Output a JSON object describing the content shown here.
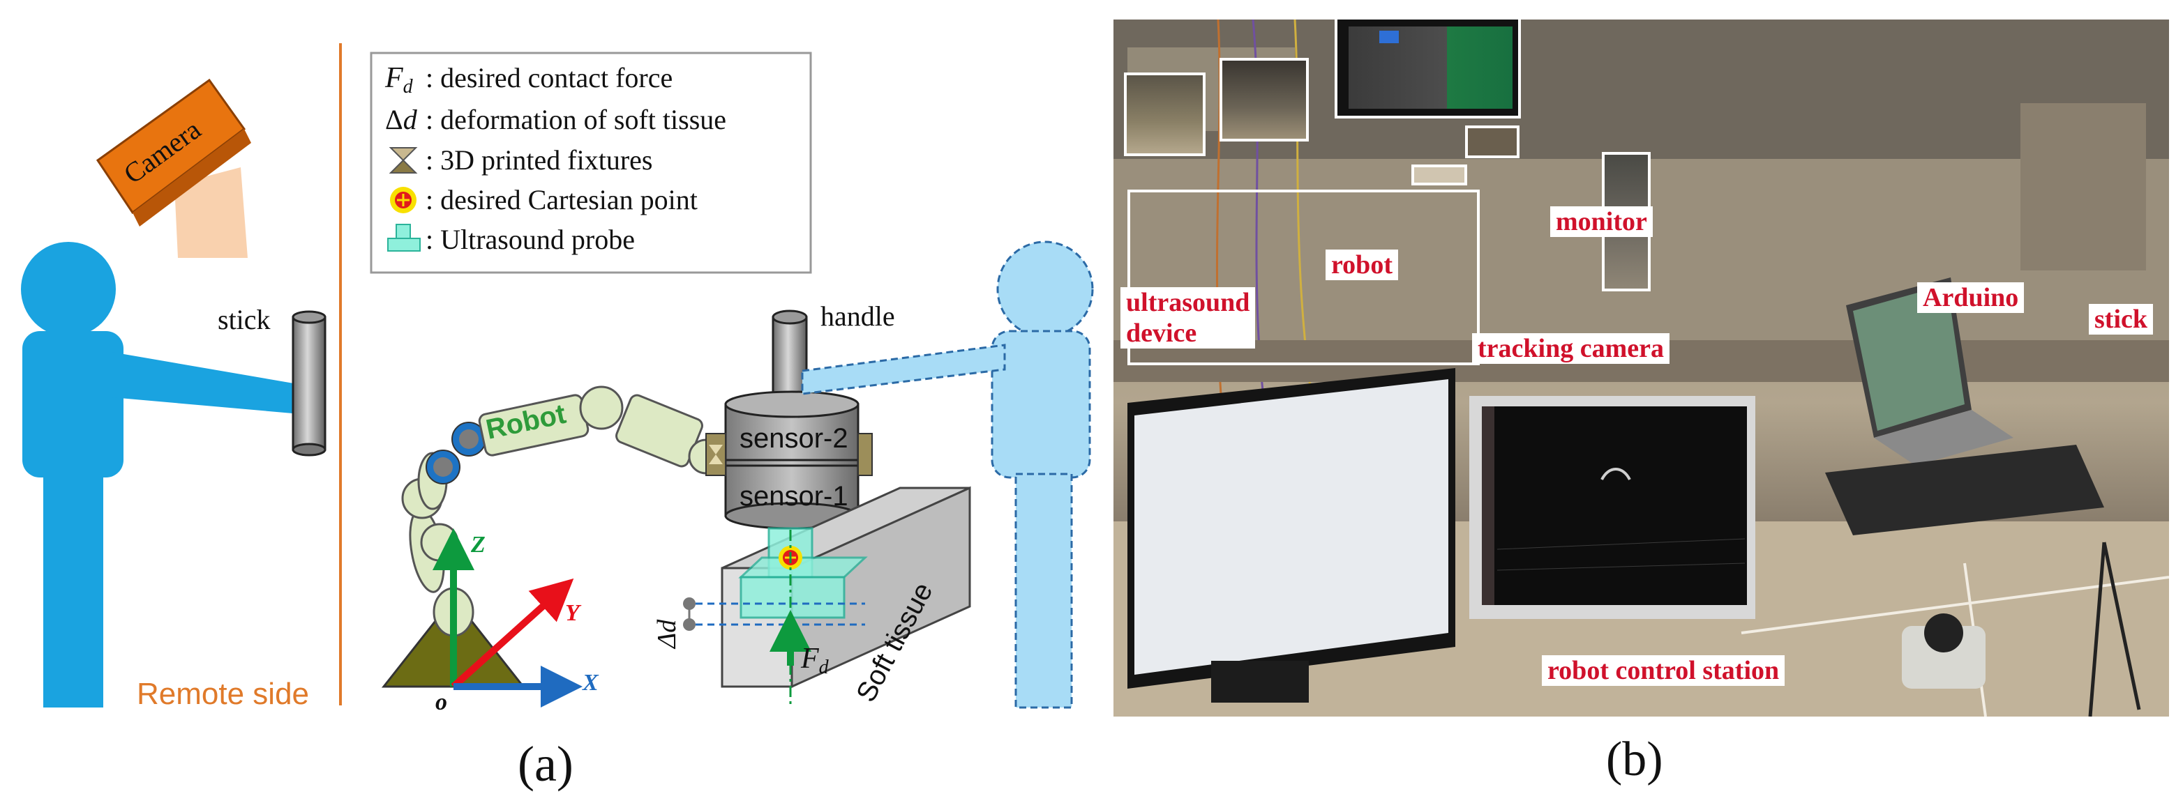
{
  "figure_a": {
    "legend": {
      "items": [
        {
          "symbol": "F_d",
          "text": ": desired contact force"
        },
        {
          "symbol": "Δd",
          "text": ": deformation of soft tissue"
        },
        {
          "symbol": "fixture-icon",
          "text": ": 3D printed fixtures"
        },
        {
          "symbol": "cartesian-point-icon",
          "text": ": desired Cartesian point"
        },
        {
          "symbol": "ultrasound-probe-icon",
          "text": ": Ultrasound probe"
        }
      ]
    },
    "labels": {
      "camera": "Camera",
      "stick": "stick",
      "remote_side": "Remote side",
      "handle": "handle",
      "robot": "Robot",
      "sensor2": "sensor-2",
      "sensor1": "sensor-1",
      "soft_tissue": "Soft tissue",
      "axis_z": "Z",
      "axis_y": "Y",
      "axis_x": "X",
      "origin": "o",
      "delta_d": "Δd",
      "force": "F",
      "force_sub": "d"
    },
    "colors": {
      "person_remote": "#1aa3e0",
      "person_local": "#a8dcf6",
      "camera": "#e8740f",
      "remote_line": "#e07a2a",
      "robot_link": "#dde9c4",
      "robot_joint_ring": "#1d73c4",
      "axis_z": "#0d9a3e",
      "axis_y": "#e8101a",
      "axis_x": "#1f6bc0",
      "probe": "#8ff0dc",
      "base": "#6c6c14"
    },
    "caption": "(a)"
  },
  "figure_b": {
    "labels": {
      "ultrasound_device": "ultrasound\ndevice",
      "robot": "robot",
      "monitor": "monitor",
      "arduino": "Arduino",
      "tracking_camera": "tracking camera",
      "stick": "stick",
      "robot_control_station": "robot control station"
    },
    "caption": "(b)"
  }
}
